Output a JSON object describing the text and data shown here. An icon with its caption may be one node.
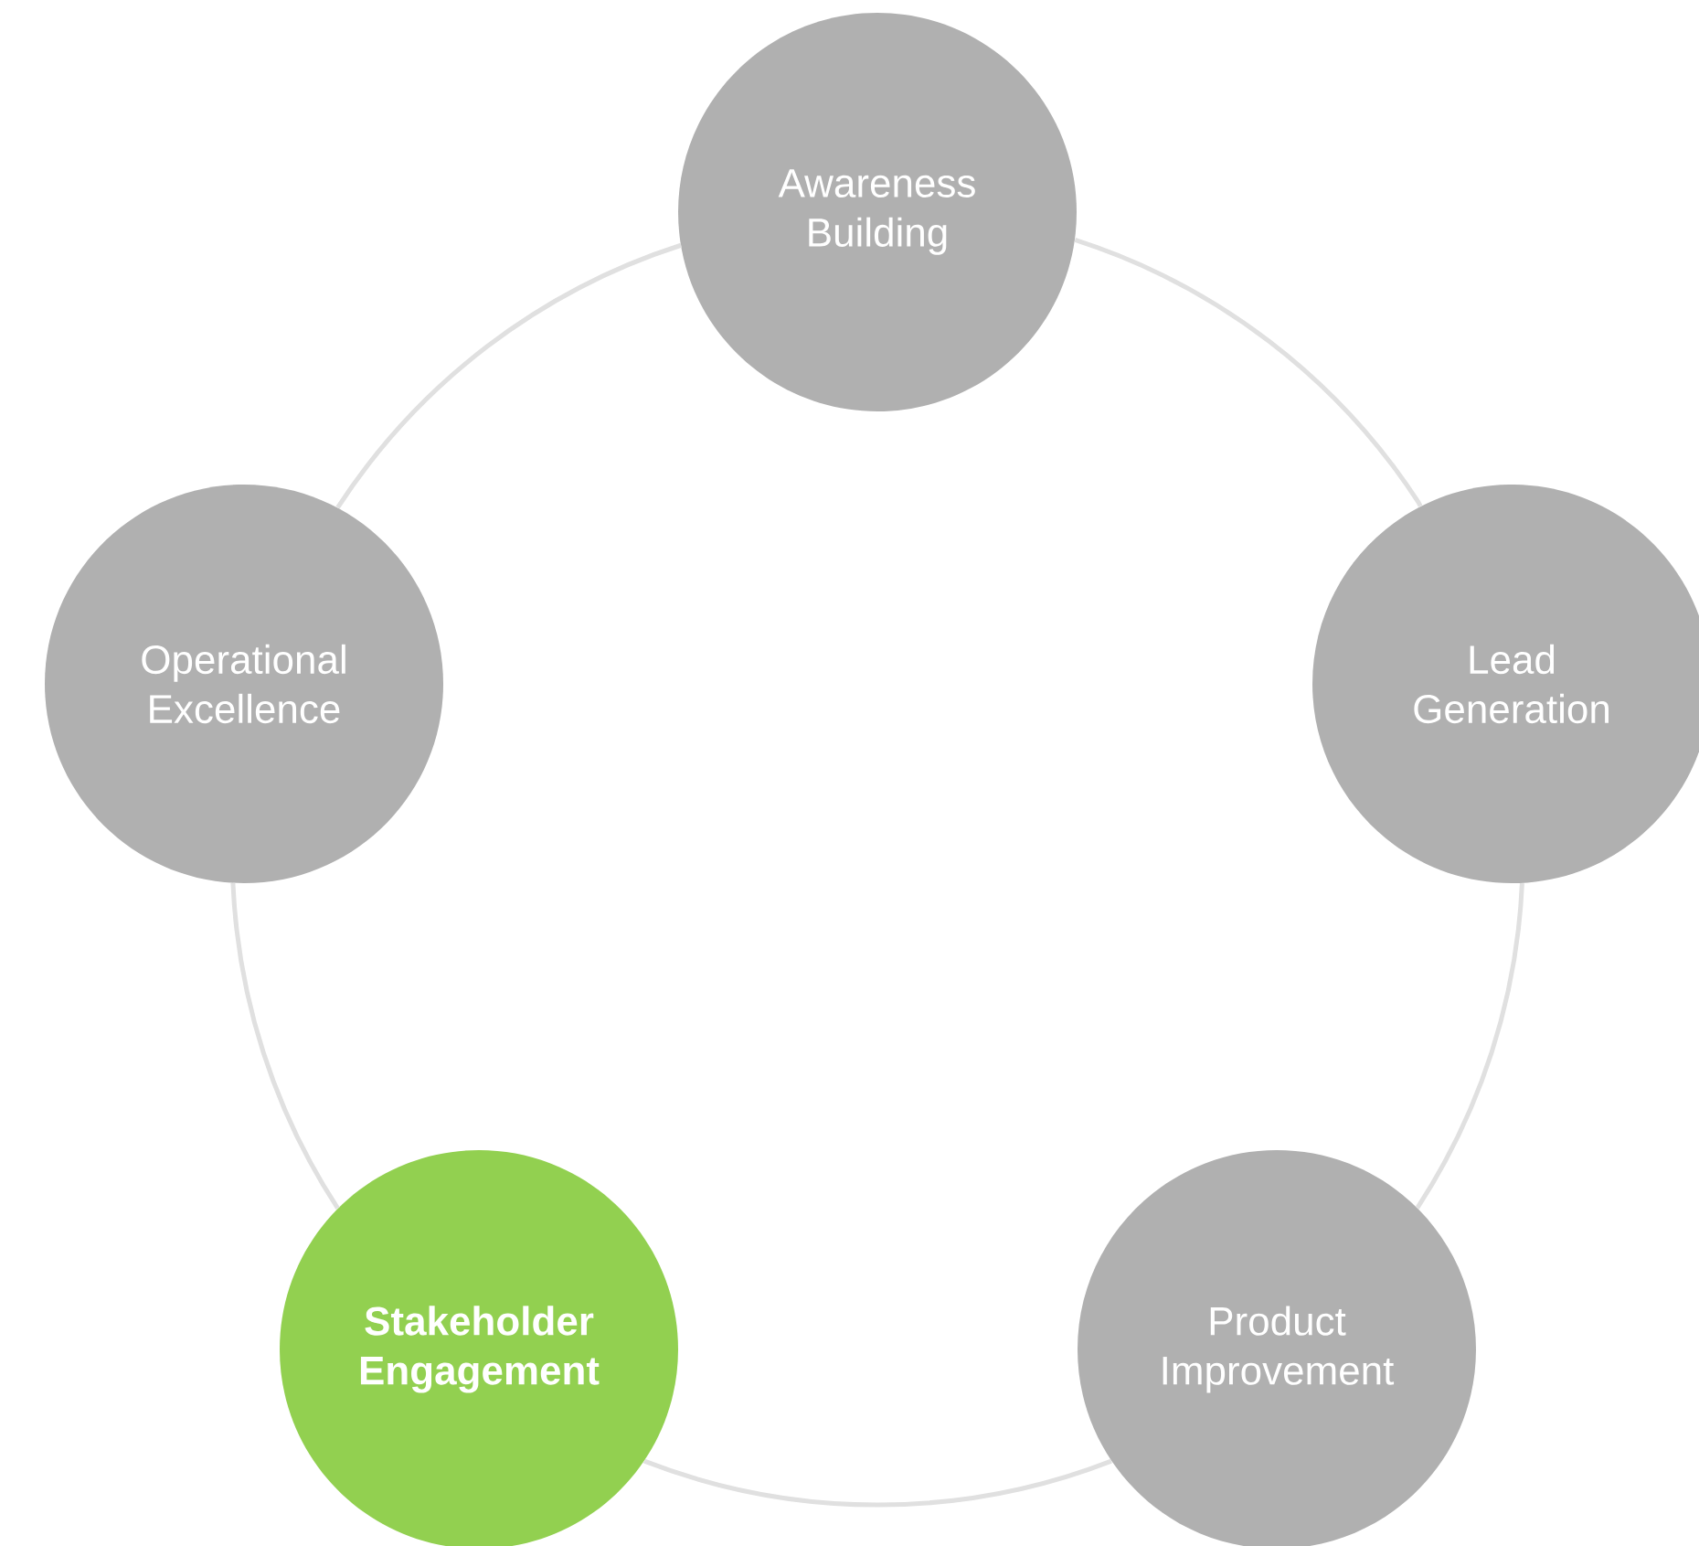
{
  "diagram": {
    "nodes": [
      {
        "text": [
          "Awareness Building"
        ]
      },
      {
        "text": [
          "Operational Excellence"
        ]
      },
      {
        "text": [
          "Lead Generation"
        ]
      },
      {
        "text": [
          "Stakeholder Engagement"
        ]
      },
      {
        "text": [
          "Product Improvement"
        ]
      }
    ],
    "edges": [
      {
        "from": 0,
        "to": 2,
        "arrow": "none"
      },
      {
        "from": 2,
        "to": 4,
        "arrow": "none"
      },
      {
        "from": 4,
        "to": 3,
        "arrow": "none"
      },
      {
        "from": 3,
        "to": 1,
        "arrow": "none"
      },
      {
        "from": 1,
        "to": 0,
        "arrow": "none"
      }
    ]
  }
}
